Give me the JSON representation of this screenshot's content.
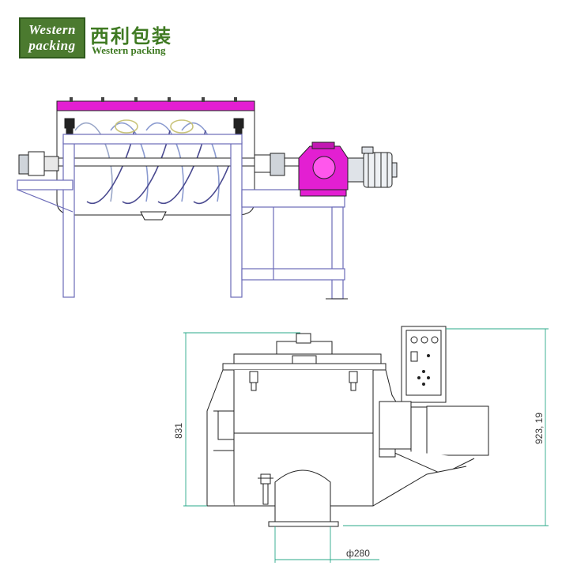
{
  "logo": {
    "line1": "Western",
    "line2": "packing",
    "chinese": "西利包装",
    "english": "Western packing"
  },
  "dimensions": {
    "height_left": "831",
    "height_right": "923, 19",
    "outlet_diameter": "ф280"
  },
  "colors": {
    "brand_green": "#4b7a2f",
    "frame_blue": "#8f8fd6",
    "gearbox_magenta": "#e31fd2"
  }
}
